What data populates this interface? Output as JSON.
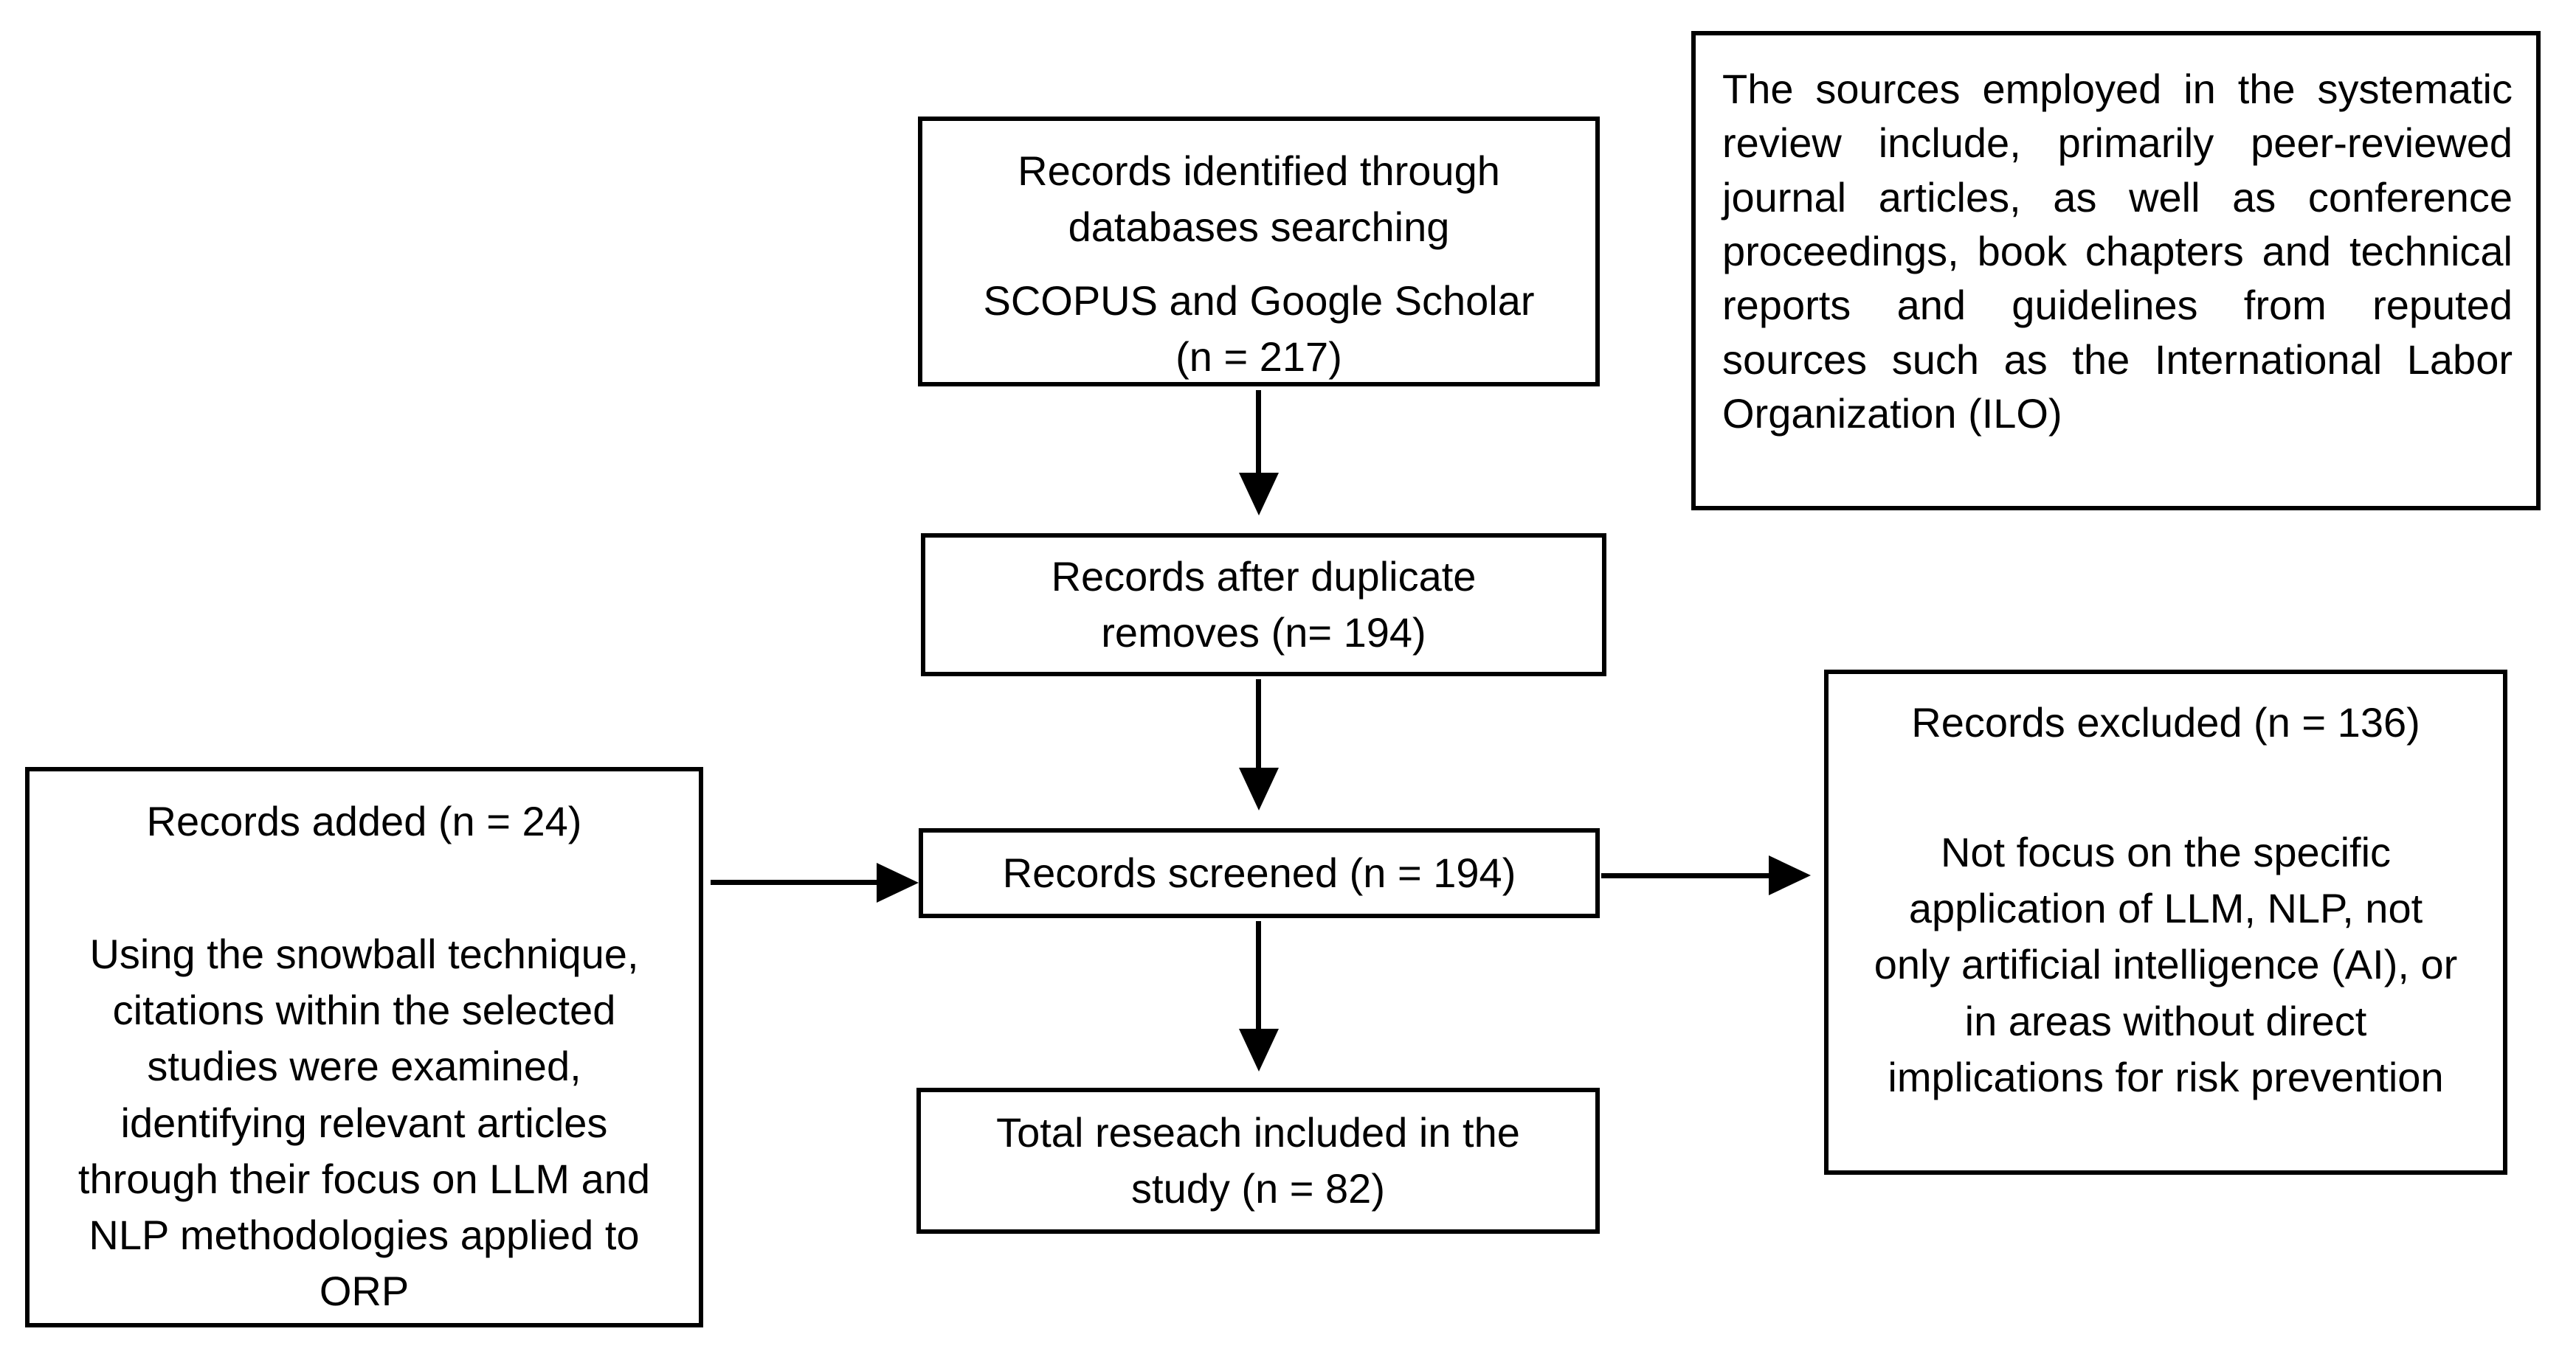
{
  "diagram_type": "systematic-review-flowchart",
  "colors": {
    "border": "#000000",
    "text": "#000000",
    "background": "#ffffff"
  },
  "counts": {
    "identified": 217,
    "after_duplicates": 194,
    "added": 24,
    "screened": 194,
    "excluded": 136,
    "included": 82
  },
  "boxes": {
    "identified": {
      "para1": "Records identified through databases searching",
      "para2": "SCOPUS and Google Scholar (n = 217)"
    },
    "sources_note": "The sources employed in the systematic review include, primarily peer-reviewed journal articles, as well as conference proceedings, book chapters and technical reports and guidelines from reputed sources such as the International Labor Organization (ILO)",
    "duplicates": "Records after duplicate removes (n= 194)",
    "added": {
      "title": "Records added  (n = 24)",
      "body": "Using the snowball technique, citations within the selected studies were examined, identifying relevant articles through their focus on LLM and NLP methodologies applied to ORP"
    },
    "screened": "Records screened (n = 194)",
    "excluded": {
      "title": "Records excluded  (n = 136)",
      "body": "Not focus on the specific application of LLM, NLP, not only artificial intelligence (AI), or in areas without direct implications for risk prevention"
    },
    "included": "Total reseach included in the study (n = 82)"
  }
}
